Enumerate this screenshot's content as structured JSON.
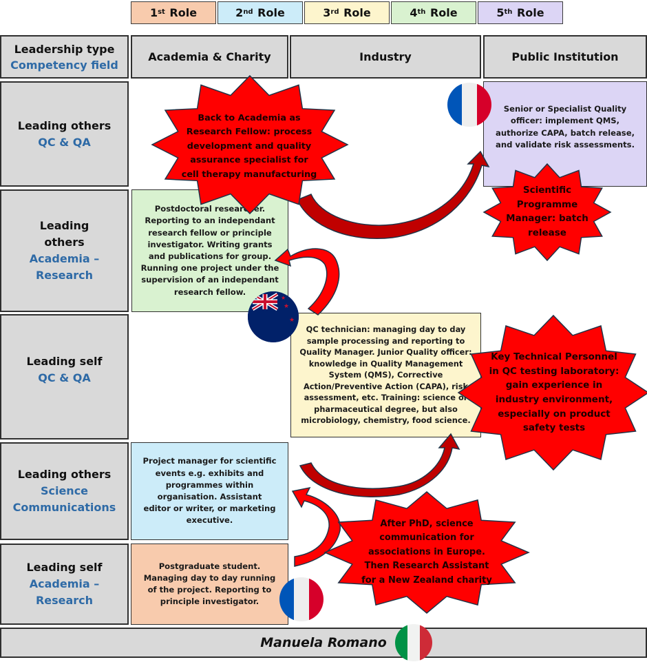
{
  "legend": [
    {
      "num": "1",
      "suffix": "st",
      "label": "Role",
      "color": "#f8cbad"
    },
    {
      "num": "2",
      "suffix": "nd",
      "label": "Role",
      "color": "#ccecf9"
    },
    {
      "num": "3",
      "suffix": "rd",
      "label": "Role",
      "color": "#fdf5cd"
    },
    {
      "num": "4",
      "suffix": "th",
      "label": "Role",
      "color": "#d9f2d0"
    },
    {
      "num": "5",
      "suffix": "th",
      "label": "Role",
      "color": "#dcd5f5"
    }
  ],
  "header": {
    "corner_line1": "Leadership type",
    "corner_line2": "Competency field",
    "columns": [
      "Academia & Charity",
      "Industry",
      "Public Institution"
    ]
  },
  "rows": [
    {
      "leadership": "Leading others",
      "field": "QC & QA"
    },
    {
      "leadership": "Leading others",
      "field": "Academia – Research"
    },
    {
      "leadership": "Leading self",
      "field": "QC & QA"
    },
    {
      "leadership": "Leading others",
      "field": "Science Communications"
    },
    {
      "leadership": "Leading self",
      "field": "Academia – Research"
    }
  ],
  "roles": {
    "first": "Postgraduate student. Managing day to day running of the project. Reporting to principle investigator.",
    "second": "Project manager for scientific events e.g. exhibits and programmes within organisation. Assistant editor or writer, or marketing executive.",
    "third": "QC technician: managing day to day sample processing and reporting to Quality Manager. Junior Quality officer: knowledge in Quality Management System (QMS), Corrective Action/Preventive Action (CAPA), risk assessment, etc. Training: science or pharmaceutical degree, but also microbiology, chemistry, food science.",
    "fourth": "Postdoctoral researcher. Reporting to an independant research fellow or principle investigator. Writing grants and publications for group. Running one project under the supervision of an independant research fellow.",
    "fifth": "Senior or Specialist Quality officer: implement QMS, authorize CAPA, batch release, and validate risk assessments."
  },
  "bursts": {
    "academia_fellow": "Back to Academia as Research Fellow: process development and quality assurance specialist for cell therapy manufacturing",
    "programme_manager": "Scientific Programme Manager: batch release",
    "key_technical": "Key Technical Personnel in QC testing laboratory: gain experience in industry environment, especially on product safety tests",
    "after_phd": "After PhD, science communication for associations in Europe. Then Research Assistant for a New Zealand charity"
  },
  "flags": {
    "top_right": "france-flag",
    "middle": "new-zealand-flag",
    "bottom": "france-flag",
    "footer": "italy-flag"
  },
  "footer": {
    "name": "Manuela Romano"
  },
  "colors": {
    "header_gray": "#d9d9d9",
    "field_blue": "#2e6aa6",
    "burst_red": "#ff0000",
    "arrow_dark_red": "#c00000",
    "outline": "#1f3347"
  }
}
